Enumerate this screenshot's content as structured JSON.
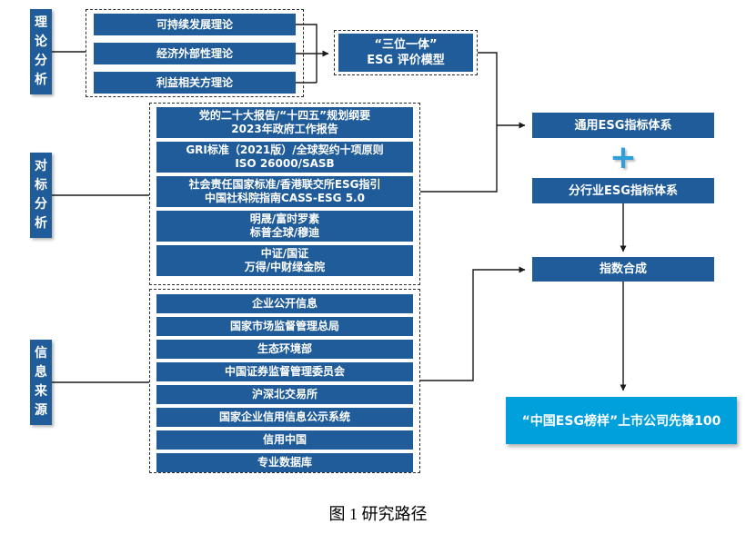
{
  "caption": "图 1 研究路径",
  "colors": {
    "box_blue": "#1F5C99",
    "final_cyan": "#00A0DC",
    "plus_blue": "#2E9FD9",
    "line_black": "#1a1a1a",
    "text_white": "#ffffff"
  },
  "left_labels": [
    {
      "label": "理论分析"
    },
    {
      "label": "对标分析"
    },
    {
      "label": "信息来源"
    }
  ],
  "theory_boxes": [
    "可持续发展理论",
    "经济外部性理论",
    "利益相关方理论"
  ],
  "trinity_model": {
    "line1": "“三位一体”",
    "line2": "ESG 评价模型"
  },
  "benchmark_boxes": [
    {
      "line1": "党的二十大报告/“十四五”规划纲要",
      "line2": "2023年政府工作报告"
    },
    {
      "line1": "GRI标准（2021版）/全球契约十项原则",
      "line2": "ISO 26000/SASB"
    },
    {
      "line1": "社会责任国家标准/香港联交所ESG指引",
      "line2": "中国社科院指南CASS-ESG 5.0"
    },
    {
      "line1": "明晟/富时罗素",
      "line2": "标普全球/穆迪"
    },
    {
      "line1": "中证/国证",
      "line2": "万得/中财绿金院"
    }
  ],
  "source_boxes": [
    "企业公开信息",
    "国家市场监督管理总局",
    "生态环境部",
    "中国证券监督管理委员会",
    "沪深北交易所",
    "国家企业信用信息公示系统",
    "信用中国",
    "专业数据库"
  ],
  "right_flow": {
    "general": "通用ESG指标体系",
    "plus": "+",
    "industry": "分行业ESG指标体系",
    "synthesis": "指数合成",
    "final": "“中国ESG榜样”上市公司先锋100"
  }
}
